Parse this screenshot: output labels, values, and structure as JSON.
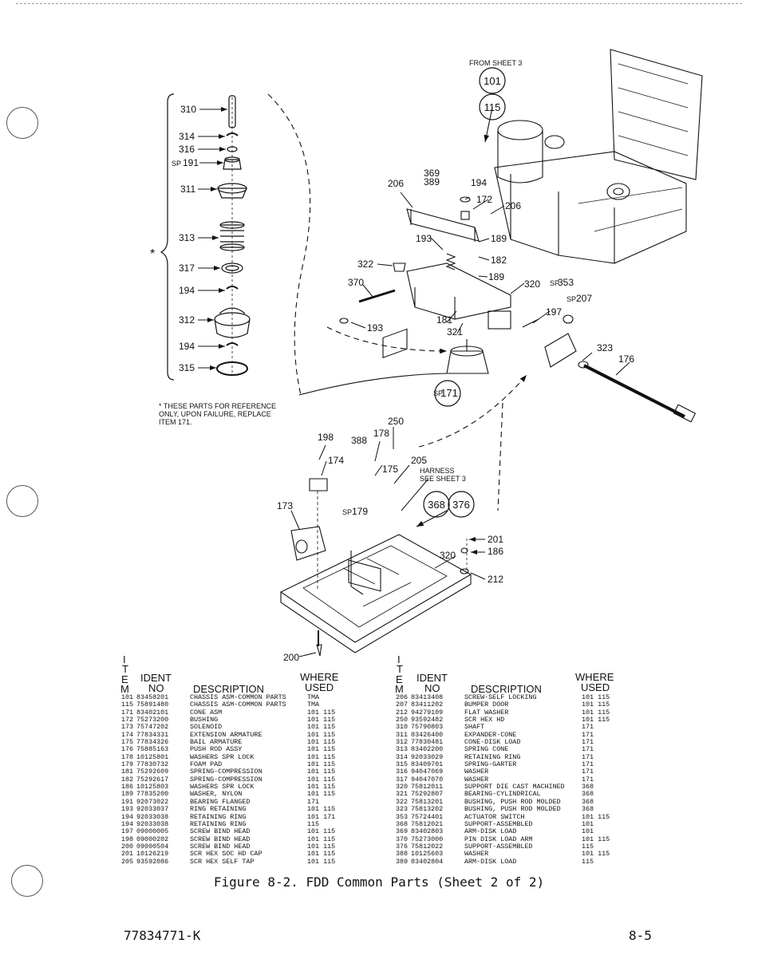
{
  "diagram": {
    "from_sheet": "FROM SHEET 3",
    "footnote": [
      "* THESE PARTS FOR REFERENCE",
      "ONLY, UPON FAILURE, REPLACE",
      "ITEM 171."
    ],
    "harness": [
      "HARNESS",
      "SEE SHEET 3"
    ],
    "star": "*",
    "circled": {
      "c101": "101",
      "c115": "115",
      "c368": "368",
      "c376": "376",
      "c171": "171"
    },
    "sp": "SP",
    "callouts": {
      "n310": "310",
      "n314": "314",
      "n316": "316",
      "n191": "191",
      "n311": "311",
      "n313": "313",
      "n317": "317",
      "n194a": "194",
      "n312": "312",
      "n194b": "194",
      "n315": "315",
      "n206a": "206",
      "n369": "369",
      "n389": "389",
      "n194c": "194",
      "n172": "172",
      "n206b": "206",
      "n193a": "193",
      "n189a": "189",
      "n182": "182",
      "n189b": "189",
      "n322": "322",
      "n370": "370",
      "n193b": "193",
      "n181": "181",
      "n321": "321",
      "n320a": "320",
      "n353": "353",
      "n207": "207",
      "n197": "197",
      "n323": "323",
      "n176": "176",
      "n250": "250",
      "n198": "198",
      "n388": "388",
      "n178": "178",
      "n174": "174",
      "n175": "175",
      "n205": "205",
      "n179": "179",
      "n173": "173",
      "n201": "201",
      "n186": "186",
      "n320b": "320",
      "n212": "212",
      "n200": "200"
    }
  },
  "table": {
    "headers": {
      "item_letters": [
        "I",
        "T",
        "E",
        "M"
      ],
      "ident": "IDENT",
      "no": "NO",
      "description": "DESCRIPTION",
      "where": "WHERE",
      "used": "USED"
    },
    "left": [
      {
        "item": "101",
        "ident": "83458201",
        "desc": "CHASSIS ASM-COMMON PARTS",
        "used": "TMA"
      },
      {
        "item": "115",
        "ident": "75891480",
        "desc": "CHASSIS ASM-COMMON PARTS",
        "used": "TMA"
      },
      {
        "item": "171",
        "ident": "83402101",
        "desc": "CONE ASM",
        "used": "101 115"
      },
      {
        "item": "172",
        "ident": "75273200",
        "desc": "BUSHING",
        "used": "101 115"
      },
      {
        "item": "173",
        "ident": "75747202",
        "desc": "SOLENOID",
        "used": "101 115"
      },
      {
        "item": "174",
        "ident": "77834331",
        "desc": "EXTENSION ARMATURE",
        "used": "101 115"
      },
      {
        "item": "175",
        "ident": "77834326",
        "desc": "BAIL ARMATURE",
        "used": "101 115"
      },
      {
        "item": "176",
        "ident": "75885163",
        "desc": "PUSH ROD ASSY",
        "used": "101 115"
      },
      {
        "item": "178",
        "ident": "10125801",
        "desc": "WASHERS SPR LOCK",
        "used": "101 115"
      },
      {
        "item": "179",
        "ident": "77830732",
        "desc": "FOAM PAD",
        "used": "101 115"
      },
      {
        "item": "181",
        "ident": "75292609",
        "desc": "SPRING-COMPRESSION",
        "used": "101 115"
      },
      {
        "item": "182",
        "ident": "75292617",
        "desc": "SPRING-COMPRESSION",
        "used": "101 115"
      },
      {
        "item": "186",
        "ident": "10125803",
        "desc": "WASHERS SPR LOCK",
        "used": "101 115"
      },
      {
        "item": "189",
        "ident": "77835200",
        "desc": "WASHER, NYLON",
        "used": "101 115"
      },
      {
        "item": "191",
        "ident": "92073022",
        "desc": "BEARING FLANGED",
        "used": "171"
      },
      {
        "item": "193",
        "ident": "92033037",
        "desc": "RING RETAINING",
        "used": "101 115"
      },
      {
        "item": "194",
        "ident": "92033038",
        "desc": "RETAINING RING",
        "used": "101 171"
      },
      {
        "item": "194",
        "ident": "92033038",
        "desc": "RETAINING RING",
        "used": "115"
      },
      {
        "item": "197",
        "ident": "09000005",
        "desc": "SCREW BIND HEAD",
        "used": "101 115"
      },
      {
        "item": "198",
        "ident": "09000202",
        "desc": "SCREW BIND HEAD",
        "used": "101 115"
      },
      {
        "item": "200",
        "ident": "09000504",
        "desc": "SCREW BIND HEAD",
        "used": "101 115"
      },
      {
        "item": "201",
        "ident": "10126219",
        "desc": "SCR HEX SOC HD CAP",
        "used": "101 115"
      },
      {
        "item": "205",
        "ident": "93592086",
        "desc": "SCR HEX SELF TAP",
        "used": "101 115"
      }
    ],
    "right": [
      {
        "item": "206",
        "ident": "83413408",
        "desc": "SCREW-SELF LOCKING",
        "used": "101 115"
      },
      {
        "item": "207",
        "ident": "83411202",
        "desc": "BUMPER DOOR",
        "used": "101 115"
      },
      {
        "item": "212",
        "ident": "94279109",
        "desc": "FLAT WASHER",
        "used": "101 115"
      },
      {
        "item": "250",
        "ident": "93592482",
        "desc": "SCR HEX HD",
        "used": "101 115"
      },
      {
        "item": "310",
        "ident": "75790803",
        "desc": "SHAFT",
        "used": "171"
      },
      {
        "item": "311",
        "ident": "83426400",
        "desc": "EXPANDER-CONE",
        "used": "171"
      },
      {
        "item": "312",
        "ident": "77830481",
        "desc": "CONE-DISK LOAD",
        "used": "171"
      },
      {
        "item": "313",
        "ident": "83402200",
        "desc": "SPRING CONE",
        "used": "171"
      },
      {
        "item": "314",
        "ident": "92033029",
        "desc": "RETAINING RING",
        "used": "171"
      },
      {
        "item": "315",
        "ident": "83409701",
        "desc": "SPRING-GARTER",
        "used": "171"
      },
      {
        "item": "316",
        "ident": "94047069",
        "desc": "WASHER",
        "used": "171"
      },
      {
        "item": "317",
        "ident": "94047070",
        "desc": "WASHER",
        "used": "171"
      },
      {
        "item": "320",
        "ident": "75812011",
        "desc": "SUPPORT DIE CAST MACHINED",
        "used": "368"
      },
      {
        "item": "321",
        "ident": "75292807",
        "desc": "BEARING-CYLINDRICAL",
        "used": "368"
      },
      {
        "item": "322",
        "ident": "75813201",
        "desc": "BUSHING, PUSH ROD MOLDED",
        "used": "368"
      },
      {
        "item": "323",
        "ident": "75813202",
        "desc": "BUSHING, PUSH ROD MOLDED",
        "used": "368"
      },
      {
        "item": "353",
        "ident": "75724401",
        "desc": "ACTUATOR SWITCH",
        "used": "101 115"
      },
      {
        "item": "368",
        "ident": "75812021",
        "desc": "SUPPORT-ASSEMBLED",
        "used": "101"
      },
      {
        "item": "369",
        "ident": "83402803",
        "desc": "ARM-DISK LOAD",
        "used": "101"
      },
      {
        "item": "370",
        "ident": "75273000",
        "desc": "PIN DISK LOAD ARM",
        "used": "101 115"
      },
      {
        "item": "376",
        "ident": "75812022",
        "desc": "SUPPORT-ASSEMBLED",
        "used": "115"
      },
      {
        "item": "388",
        "ident": "10125603",
        "desc": "WASHER",
        "used": "101 115"
      },
      {
        "item": "389",
        "ident": "83402804",
        "desc": "ARM-DISK LOAD",
        "used": "115"
      }
    ]
  },
  "caption": "Figure 8-2.  FDD Common Parts (Sheet 2 of 2)",
  "footer": {
    "doc_number": "77834771-K",
    "page_number": "8-5"
  }
}
